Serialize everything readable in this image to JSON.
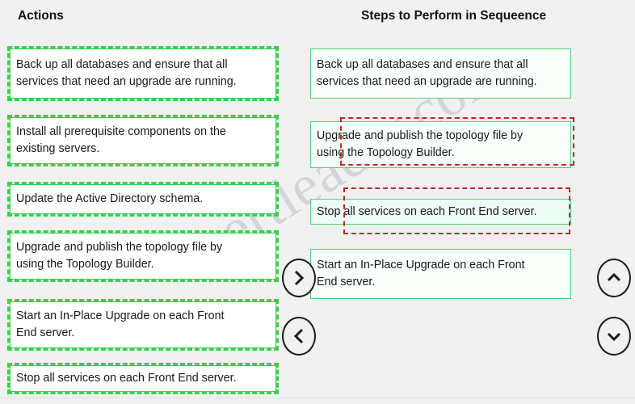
{
  "watermark": {
    "text": "certleader.com"
  },
  "headers": {
    "left": "Actions",
    "right": "Steps to Perform in Sequeence"
  },
  "actions": {
    "items": [
      {
        "label": "Back up all databases and ensure that all\nservices that need an upgrade are running."
      },
      {
        "label": "Install all prerequisite components on the\nexisting servers."
      },
      {
        "label": "Update the Active Directory schema."
      },
      {
        "label": "Upgrade and publish the topology file by\nusing the Topology Builder."
      },
      {
        "label": "Start an In-Place Upgrade on each Front\nEnd server."
      },
      {
        "label": "Stop all services on each Front End server."
      }
    ]
  },
  "sequence": {
    "items": [
      {
        "label": "Back up all databases and ensure that all\nservices that need an upgrade are running.",
        "annotated": false
      },
      {
        "label": "Upgrade and publish the topology file by\nusing the Topology Builder.",
        "annotated": true
      },
      {
        "label": "Stop all services on each Front End server.",
        "annotated": true
      },
      {
        "label": "Start an In-Place Upgrade on each Front\nEnd server.",
        "annotated": false
      }
    ]
  },
  "controls": {
    "move_right": "chevron-right",
    "move_left": "chevron-left",
    "move_up": "chevron-up",
    "move_down": "chevron-down"
  },
  "colors": {
    "box_border_green": "#3ad14f",
    "annotation_red": "#c4252c",
    "background": "#f1f1f1",
    "watermark": "#c9cdd2"
  }
}
